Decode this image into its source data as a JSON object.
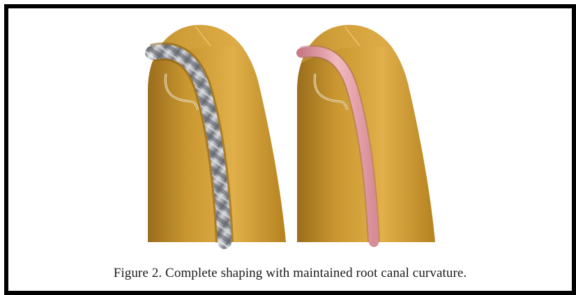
{
  "figure": {
    "caption": "Figure 2. Complete shaping with maintained root canal curvature.",
    "panels": [
      {
        "subject": "tooth root with rotary file in canal",
        "file_color": "#b9bcc3"
      },
      {
        "subject": "tooth root with shaped canal",
        "canal_color": "#e7a1a9"
      }
    ],
    "colors": {
      "root_fill": "#c9962f",
      "root_highlight": "#e1b04a",
      "root_shadow": "#9a6d1d",
      "border": "#000000"
    }
  }
}
